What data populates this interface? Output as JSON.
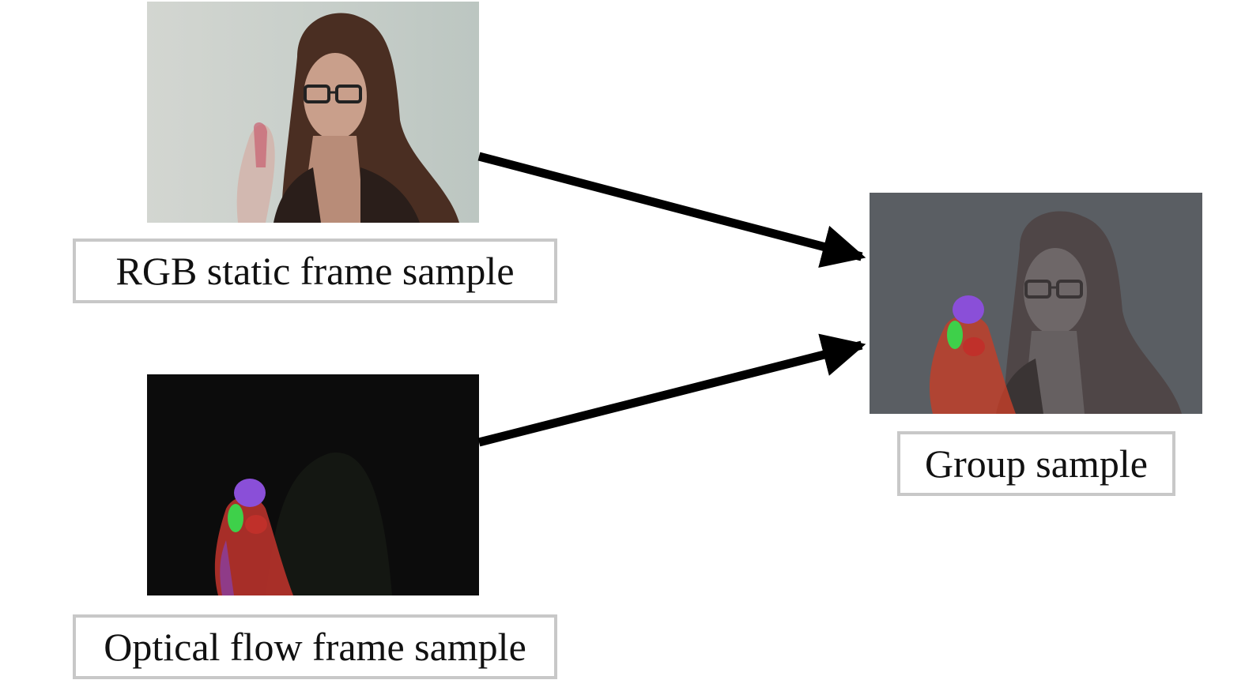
{
  "panels": {
    "rgb": {
      "label": "RGB static frame sample"
    },
    "flow": {
      "label": "Optical flow frame sample"
    },
    "group": {
      "label": "Group sample"
    }
  },
  "colors": {
    "rgb_background": "#c9d0cc",
    "flow_background": "#0c0c0c",
    "group_background": "#5a5e63",
    "hair": "#4a2e22",
    "skin": "#c99f8b",
    "flow_red": "#c0302a",
    "flow_purple": "#8a4fd8",
    "flow_green": "#3ed04a",
    "label_border": "#c8c8c8",
    "arrow": "#000000"
  }
}
